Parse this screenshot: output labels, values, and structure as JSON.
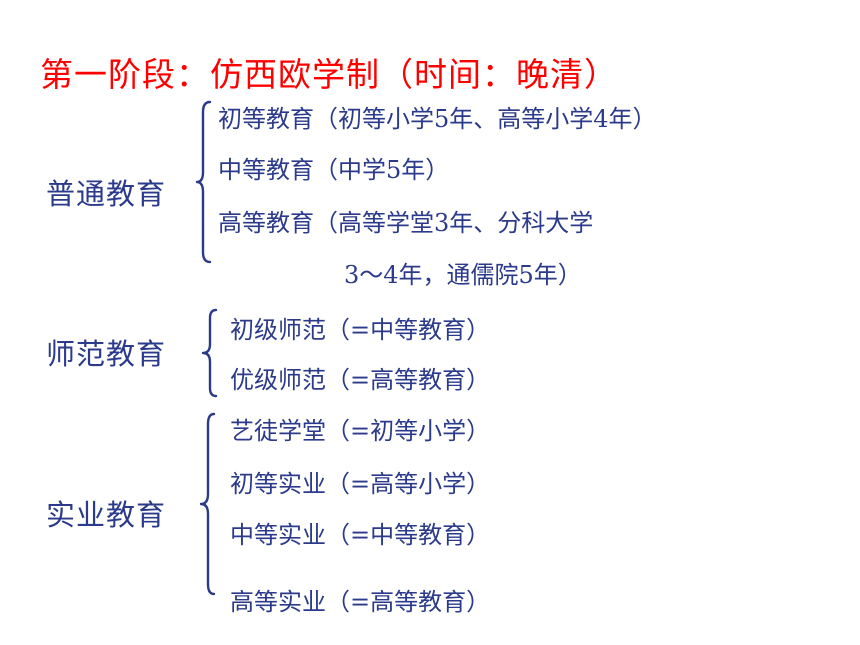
{
  "title": "第一阶段：仿西欧学制（时间：晚清）",
  "groups": [
    {
      "label": "普通教育",
      "items": [
        "初等教育（初等小学5年、高等小学4年）",
        "中等教育（中学5年）",
        "高等教育（高等学堂3年、分科大学",
        "3～4年，通儒院5年）"
      ]
    },
    {
      "label": "师范教育",
      "items": [
        "初级师范（=中等教育）",
        "优级师范（=高等教育）"
      ]
    },
    {
      "label": "实业教育",
      "items": [
        "艺徒学堂（=初等小学）",
        "初等实业（=高等小学）",
        "中等实业（=中等教育）",
        "高等实业（=高等教育）"
      ]
    }
  ]
}
